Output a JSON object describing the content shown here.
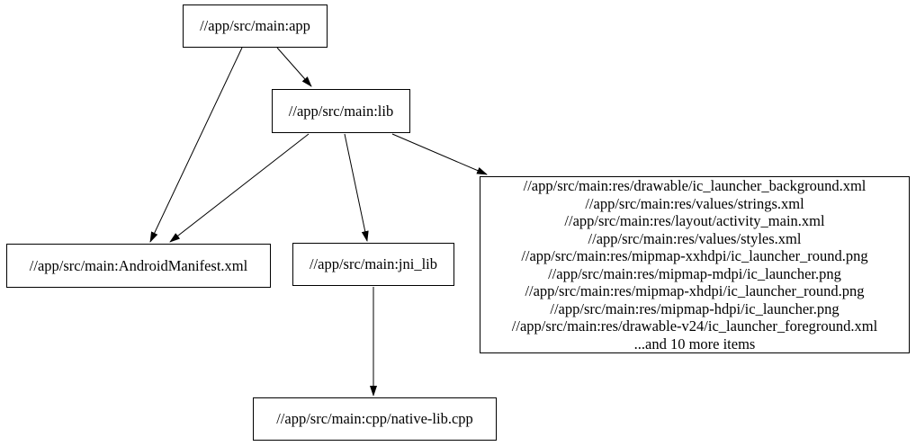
{
  "diagram": {
    "type": "dependency-graph",
    "background_color": "#ffffff",
    "node_border_color": "#000000",
    "text_color": "#000000",
    "edge_color": "#000000",
    "nodes": [
      {
        "id": "app",
        "label": "//app/src/main:app"
      },
      {
        "id": "lib",
        "label": "//app/src/main:lib"
      },
      {
        "id": "AndroidManifest",
        "label": "//app/src/main:AndroidManifest.xml"
      },
      {
        "id": "jni_lib",
        "label": "//app/src/main:jni_lib"
      },
      {
        "id": "res_files",
        "lines": [
          "//app/src/main:res/drawable/ic_launcher_background.xml",
          "//app/src/main:res/values/strings.xml",
          "//app/src/main:res/layout/activity_main.xml",
          "//app/src/main:res/values/styles.xml",
          "//app/src/main:res/mipmap-xxhdpi/ic_launcher_round.png",
          "//app/src/main:res/mipmap-mdpi/ic_launcher.png",
          "//app/src/main:res/mipmap-xhdpi/ic_launcher_round.png",
          "//app/src/main:res/mipmap-hdpi/ic_launcher.png",
          "//app/src/main:res/drawable-v24/ic_launcher_foreground.xml",
          "...and 10 more items"
        ]
      },
      {
        "id": "native_lib_cpp",
        "label": "//app/src/main:cpp/native-lib.cpp"
      }
    ],
    "edges": [
      {
        "from": "app",
        "to": "lib"
      },
      {
        "from": "app",
        "to": "AndroidManifest"
      },
      {
        "from": "lib",
        "to": "AndroidManifest"
      },
      {
        "from": "lib",
        "to": "jni_lib"
      },
      {
        "from": "lib",
        "to": "res_files"
      },
      {
        "from": "jni_lib",
        "to": "native_lib_cpp"
      }
    ]
  }
}
